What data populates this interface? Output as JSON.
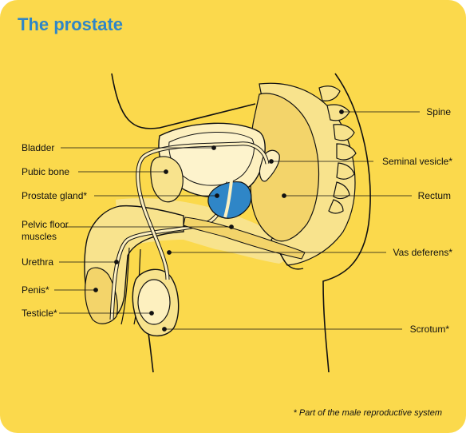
{
  "title": "The prostate",
  "footnote": "* Part of the male reproductive system",
  "labels": {
    "bladder": "Bladder",
    "pubic_bone": "Pubic bone",
    "prostate_gland": "Prostate gland*",
    "pelvic_floor_line1": "Pelvic floor",
    "pelvic_floor_line2": "muscles",
    "urethra": "Urethra",
    "penis": "Penis*",
    "testicle": "Testicle*",
    "spine": "Spine",
    "seminal_vesicle": "Seminal vesicle*",
    "rectum": "Rectum",
    "vas_deferens": "Vas deferens*",
    "scrotum": "Scrotum*"
  },
  "colors": {
    "background": "#fbd94c",
    "title": "#2f86c7",
    "prostate": "#2f86c7",
    "tissue": "#f8e38d",
    "organ": "#fdf0bf"
  }
}
